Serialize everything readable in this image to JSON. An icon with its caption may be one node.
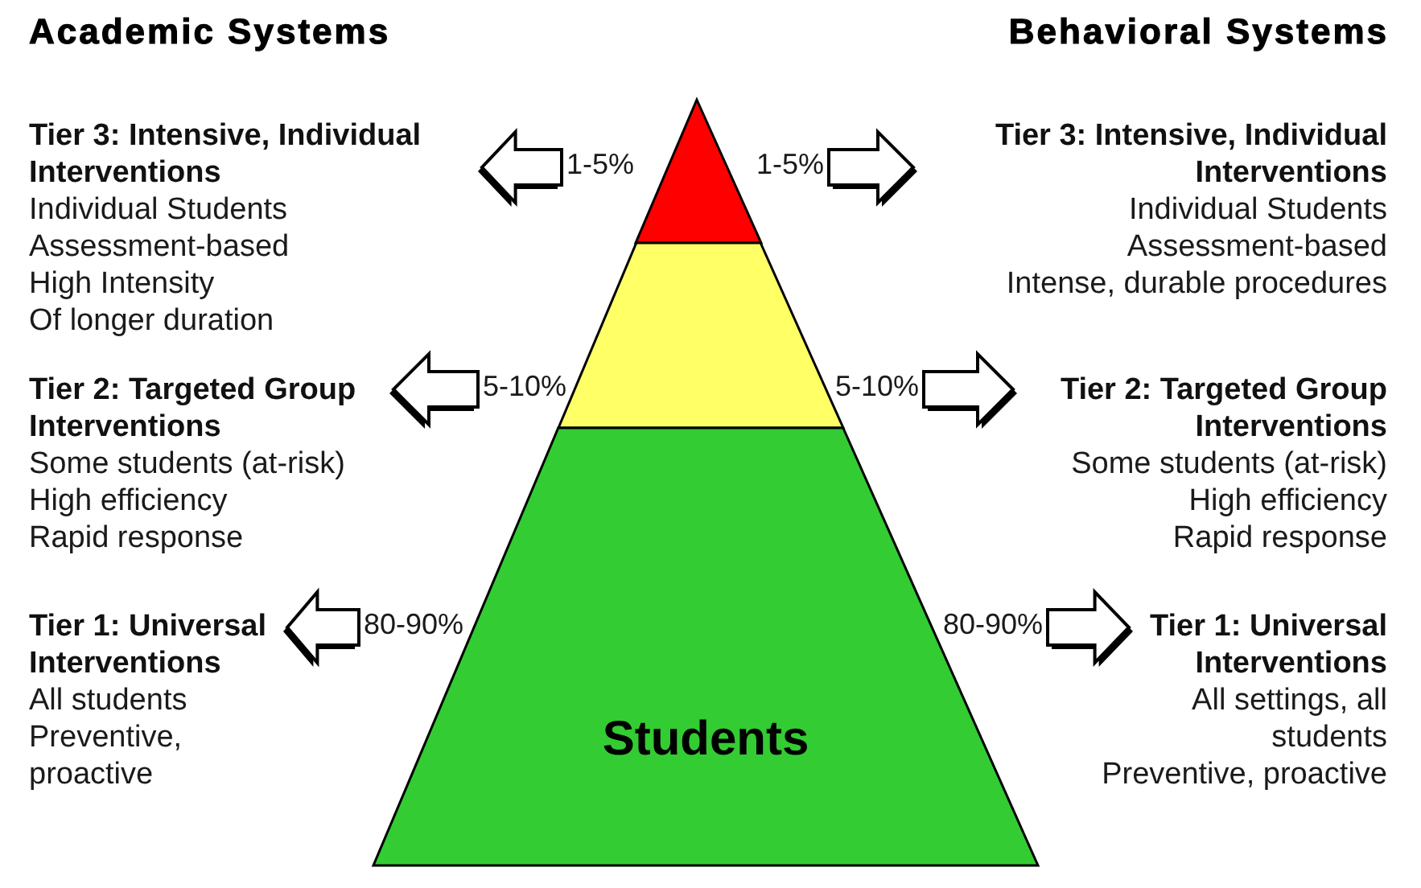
{
  "diagram": {
    "nodes": [
      {
        "text": [
          "Tier 3: Intensive, Individual Interventions"
        ],
        "beside": [
          "Individual Students",
          "Assessment-based",
          "High Intensity",
          "Of longer duration"
        ]
      },
      {
        "text": [
          "1-5%"
        ]
      },
      {
        "text": [],
        "shape": "triangle"
      },
      {
        "text": [
          "1-5%"
        ]
      },
      {
        "text": [
          "Tier 3: Intensive, Individual Interventions"
        ],
        "beside": [
          "Individual Students",
          "Assessment-based",
          "Intense, durable procedures"
        ]
      },
      {
        "text": [],
        "shape": "trapezoid"
      },
      {
        "text": [
          "Tier 2: Targeted Group Interventions"
        ],
        "beside": [
          "Some students (at-risk)",
          "High efficiency",
          "Rapid response"
        ]
      },
      {
        "text": [
          "5-10%"
        ]
      },
      {
        "text": [
          "5-10%"
        ]
      },
      {
        "text": [
          "Tier 2: Targeted Group Interventions"
        ],
        "beside": [
          "Some students (at-risk)",
          "High efficiency",
          "Rapid response"
        ]
      },
      {
        "text": [
          "Students"
        ]
      },
      {
        "text": [
          "Tier 1: Universal Interventions"
        ],
        "beside": [
          "All students",
          "Preventive, proactive"
        ]
      },
      {
        "text": [
          "80-90%"
        ]
      },
      {
        "text": [
          "80-90%"
        ]
      },
      {
        "text": [
          "Tier 1: Universal Interventions"
        ],
        "beside": [
          "All settings, all students",
          "Preventive, proactive"
        ]
      }
    ],
    "edges": [
      {
        "from": 1,
        "to": 0,
        "arrow": "to"
      },
      {
        "from": 3,
        "to": 4,
        "arrow": "to"
      },
      {
        "from": 7,
        "to": 6,
        "arrow": "to"
      },
      {
        "from": 8,
        "to": 9,
        "arrow": "to"
      },
      {
        "from": 12,
        "to": 11,
        "arrow": "to"
      },
      {
        "from": 13,
        "to": 14,
        "arrow": "to"
      }
    ],
    "labels": [
      "Academic Systems",
      "Behavioral Systems"
    ]
  }
}
